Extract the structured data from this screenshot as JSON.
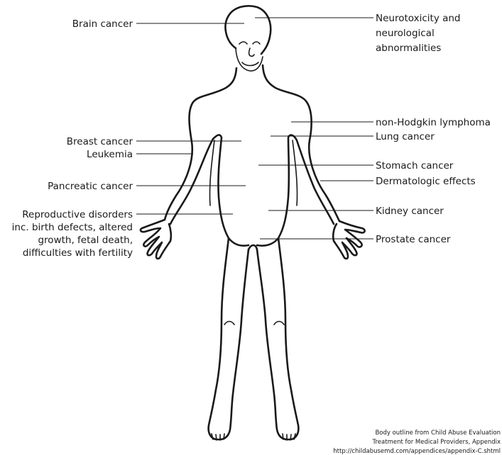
{
  "labels_left": {
    "brain": "Brain cancer",
    "breast": "Breast cancer",
    "leukemia": "Leukemia",
    "pancreatic": "Pancreatic cancer",
    "repro_1": "Reproductive disorders",
    "repro_2": "inc. birth defects, altered",
    "repro_3": "growth, fetal death,",
    "repro_4": "difficulties with fertility"
  },
  "labels_right": {
    "neuro_1": "Neurotoxicity and",
    "neuro_2": "neurological",
    "neuro_3": "abnormalities",
    "nhl": "non-Hodgkin lymphoma",
    "lung": "Lung cancer",
    "stomach": "Stomach cancer",
    "derm": "Dermatologic effects",
    "kidney": "Kidney cancer",
    "prostate": "Prostate cancer"
  },
  "credit": {
    "line1": "Body outline from Child Abuse Evaluation",
    "line2": "Treatment for Medical Providers, Appendix",
    "line3": "http://childabusemd.com/appendices/appendix-C.shtml"
  }
}
